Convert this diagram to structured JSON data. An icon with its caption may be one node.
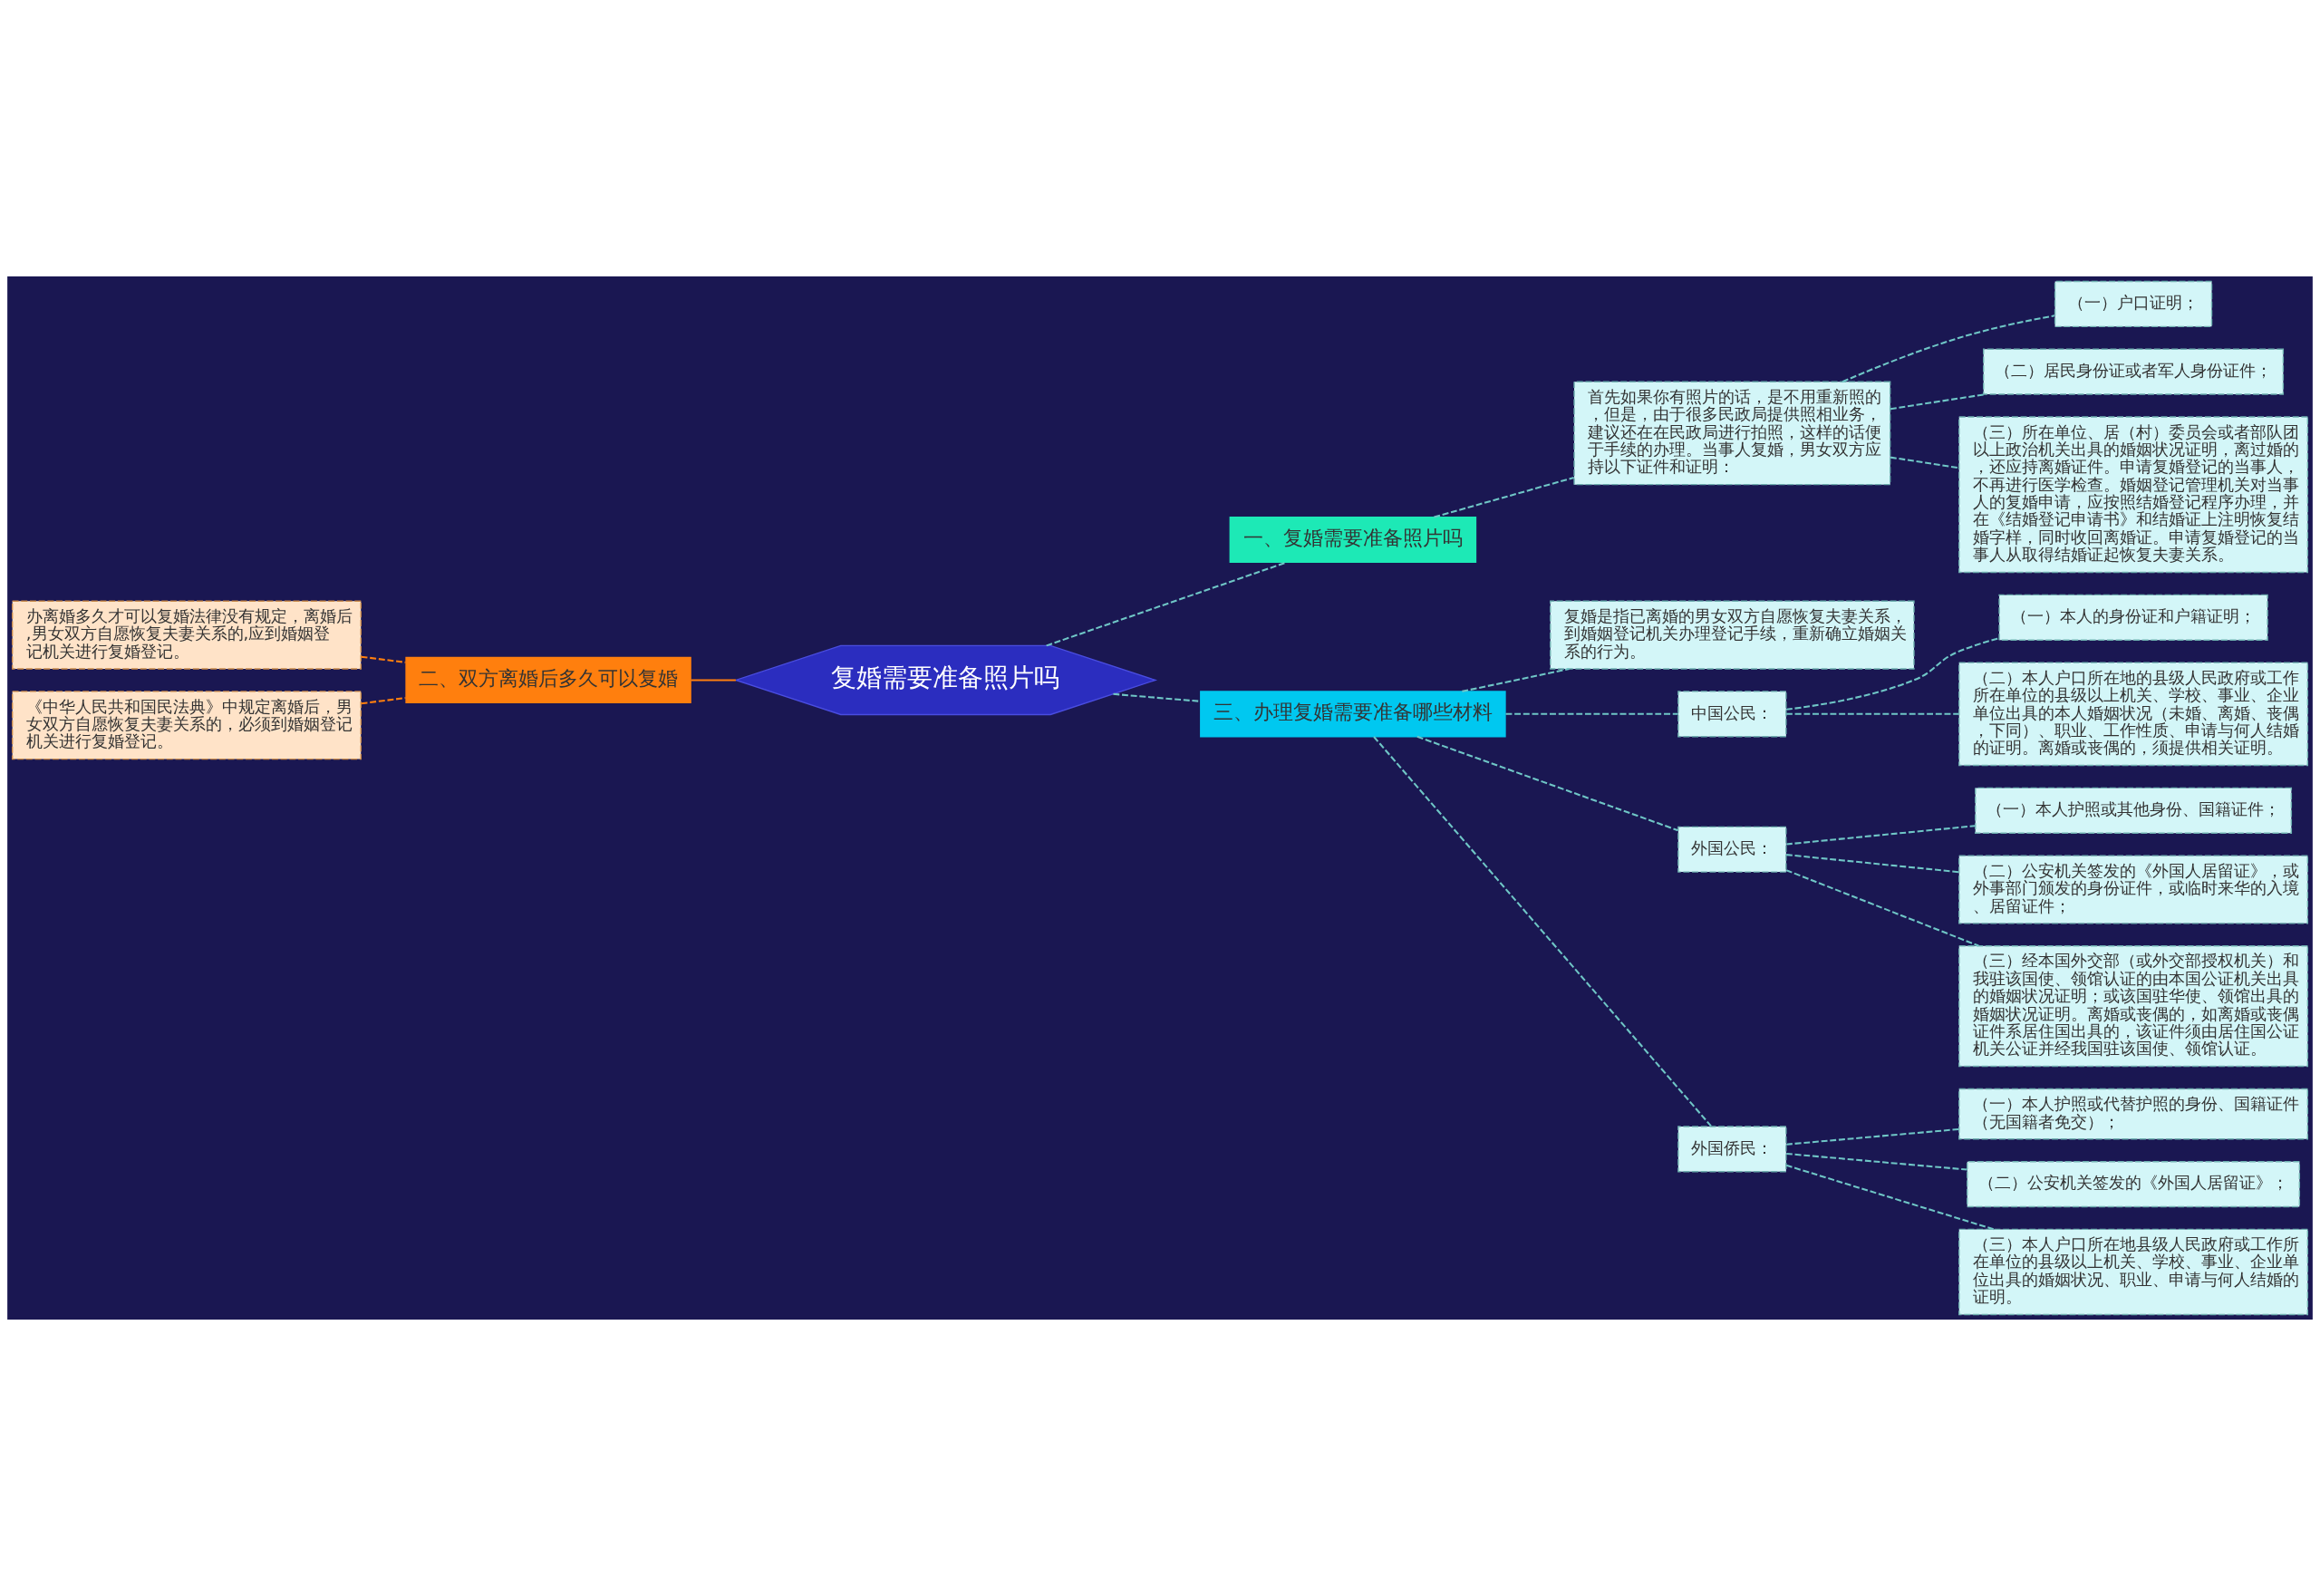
{
  "diagram": {
    "nodes": [
      {
        "text": [
          "复婚需要准备照片吗"
        ]
      },
      {
        "text": [
          "一、复婚需要准备照片吗"
        ]
      },
      {
        "text": [
          "首先如果你有照片的话，是不用重新照的，但是，由于很多民政局提供照相业务，建议还在在民政局进行拍照，这样的话便于手续的办理。当事人复婚，男女双方应持以下证件和证明："
        ]
      },
      {
        "text": [
          "（一）户口证明；"
        ]
      },
      {
        "text": [
          "（二）居民身份证或者军人身份证件；"
        ]
      },
      {
        "text": [
          "（三）所在单位、居（村）委员会或者部队团以上政治机关出具的婚姻状况证明，离过婚的，还应持离婚证件。申请复婚登记的当事人，不再进行医学检查。婚姻登记管理机关对当事人的复婚申请，应按照结婚登记程序办理，并在《结婚登记申请书》和结婚证上注明恢复结婚字样，同时收回离婚证。申请复婚登记的当事人从取得结婚证起恢复夫妻关系。"
        ]
      },
      {
        "text": [
          "二、双方离婚后多久可以复婚"
        ]
      },
      {
        "text": [
          "办离婚多久才可以复婚法律没有规定，离婚后,男女双方自愿恢复夫妻关系的,应到婚姻登记机关进行复婚登记。"
        ]
      },
      {
        "text": [
          "《中华人民共和国民法典》中规定离婚后，男女双方自愿恢复夫妻关系的，必须到婚姻登记机关进行复婚登记。"
        ]
      },
      {
        "text": [
          "三、办理复婚需要准备哪些材料"
        ]
      },
      {
        "text": [
          "复婚是指已离婚的男女双方自愿恢复夫妻关系，到婚姻登记机关办理登记手续，重新确立婚姻关系的行为。"
        ]
      },
      {
        "text": [
          "中国公民："
        ]
      },
      {
        "text": [
          "（一）本人的身份证和户籍证明；"
        ]
      },
      {
        "text": [
          "（二）本人户口所在地的县级人民政府或工作所在单位的县级以上机关、学校、事业、企业单位出具的本人婚姻状况（未婚、离婚、丧偶，下同）、职业、工作性质、申请与何人结婚的证明。离婚或丧偶的，须提供相关证明。"
        ]
      },
      {
        "text": [
          "外国公民："
        ]
      },
      {
        "text": [
          "（一）本人护照或其他身份、国籍证件；"
        ]
      },
      {
        "text": [
          "（二）公安机关签发的《外国人居留证》，或外事部门颁发的身份证件，或临时来华的入境、居留证件；"
        ]
      },
      {
        "text": [
          "（三）经本国外交部（或外交部授权机关）和我驻该国使、领馆认证的由本国公证机关出具的婚姻状况证明；或该国驻华使、领馆出具的婚姻状况证明。离婚或丧偶的，如离婚或丧偶证件系居住国出具的，该证件须由居住国公证机关公证并经我国驻该国使、领馆认证。"
        ]
      },
      {
        "text": [
          "外国侨民："
        ]
      },
      {
        "text": [
          "（一）本人护照或代替护照的身份、国籍证件（无国籍者免交）；"
        ]
      },
      {
        "text": [
          "（二）公安机关签发的《外国人居留证》；"
        ]
      },
      {
        "text": [
          "（三）本人户口所在地县级人民政府或工作所在单位的县级以上机关、学校、事业、企业单位出具的婚姻状况、职业、申请与何人结婚的证明。"
        ]
      }
    ],
    "edges": [
      {
        "from": 0,
        "to": 1,
        "arrow": "none",
        "style": "dashed"
      },
      {
        "from": 1,
        "to": 2,
        "arrow": "none",
        "style": "dashed"
      },
      {
        "from": 2,
        "to": 3,
        "arrow": "none",
        "style": "dashed"
      },
      {
        "from": 2,
        "to": 4,
        "arrow": "none",
        "style": "dashed"
      },
      {
        "from": 2,
        "to": 5,
        "arrow": "none",
        "style": "dashed"
      },
      {
        "from": 0,
        "to": 6,
        "arrow": "none",
        "color": "#ff7f0e"
      },
      {
        "from": 6,
        "to": 7,
        "arrow": "none",
        "style": "dashed",
        "color": "#ff7f0e"
      },
      {
        "from": 6,
        "to": 8,
        "arrow": "none",
        "style": "dashed",
        "color": "#ff7f0e"
      },
      {
        "from": 0,
        "to": 9,
        "arrow": "none",
        "style": "dashed"
      },
      {
        "from": 9,
        "to": 10,
        "arrow": "none",
        "style": "dashed"
      },
      {
        "from": 9,
        "to": 11,
        "arrow": "none",
        "style": "dashed"
      },
      {
        "from": 11,
        "to": 12,
        "arrow": "none",
        "style": "dashed"
      },
      {
        "from": 11,
        "to": 13,
        "arrow": "none",
        "style": "dashed"
      },
      {
        "from": 9,
        "to": 14,
        "arrow": "none",
        "style": "dashed"
      },
      {
        "from": 14,
        "to": 15,
        "arrow": "none",
        "style": "dashed"
      },
      {
        "from": 14,
        "to": 16,
        "arrow": "none",
        "style": "dashed"
      },
      {
        "from": 14,
        "to": 17,
        "arrow": "none",
        "style": "dashed"
      },
      {
        "from": 9,
        "to": 18,
        "arrow": "none",
        "style": "dashed"
      },
      {
        "from": 18,
        "to": 19,
        "arrow": "none",
        "style": "dashed"
      },
      {
        "from": 18,
        "to": 20,
        "arrow": "none",
        "style": "dashed"
      },
      {
        "from": 18,
        "to": 21,
        "arrow": "none",
        "style": "dashed"
      }
    ]
  }
}
